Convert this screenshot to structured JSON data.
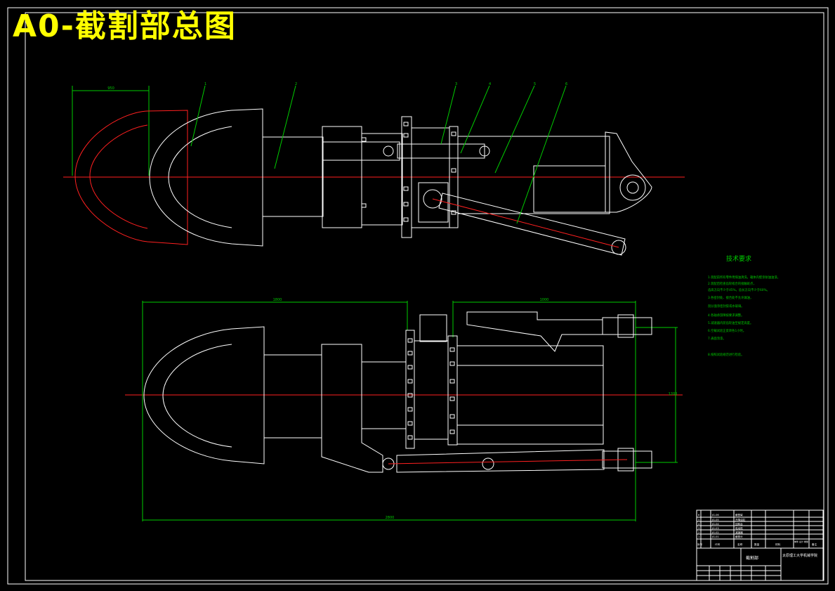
{
  "title": "A0-截割部总图",
  "tech_requirements": {
    "heading": "技术要求",
    "lines": [
      "1.装配前所有零件用煤油清洗，箱体内壁涂耐油油漆。",
      "2.装配后检查齿轮啮合的接触斑点，",
      "  齿高方向不少于45%，齿长方向不少于60%。",
      "3.各密封处、接合处不允许漏油，",
      "  剖分面涂密封胶或水玻璃。",
      "4.各轴承游隙按要求调整。",
      "5.减速器内装齿轮油至规定高度。",
      "6.空载试验正反转各1小时。",
      "7.表面涂漆。",
      "8.按照试验规范进行检验。"
    ]
  },
  "dimensions": {
    "top_width": "950",
    "bottom_overall": "2800",
    "bottom_left": "1800",
    "bottom_right": "1000",
    "bottom_height": "1200"
  },
  "part_numbers": [
    "1",
    "2",
    "3",
    "4",
    "5",
    "6"
  ],
  "title_block": {
    "drawing_name": "截割部",
    "school": "太原理工大学机械学院",
    "parts_rows": [
      {
        "no": "6",
        "code": "JG-06",
        "name": "截割臂"
      },
      {
        "no": "5",
        "code": "JG-05",
        "name": "升降油缸"
      },
      {
        "no": "4",
        "code": "JG-04",
        "name": "回转台"
      },
      {
        "no": "3",
        "code": "JG-03",
        "name": "电动机"
      },
      {
        "no": "2",
        "code": "JG-02",
        "name": "减速器"
      },
      {
        "no": "1",
        "code": "JG-01",
        "name": "截割头"
      }
    ],
    "header": {
      "seq": "序号",
      "code": "代号",
      "name": "名称",
      "qty": "数量",
      "material": "材料",
      "weight": "单件 总计 重量",
      "remark": "备注"
    }
  }
}
